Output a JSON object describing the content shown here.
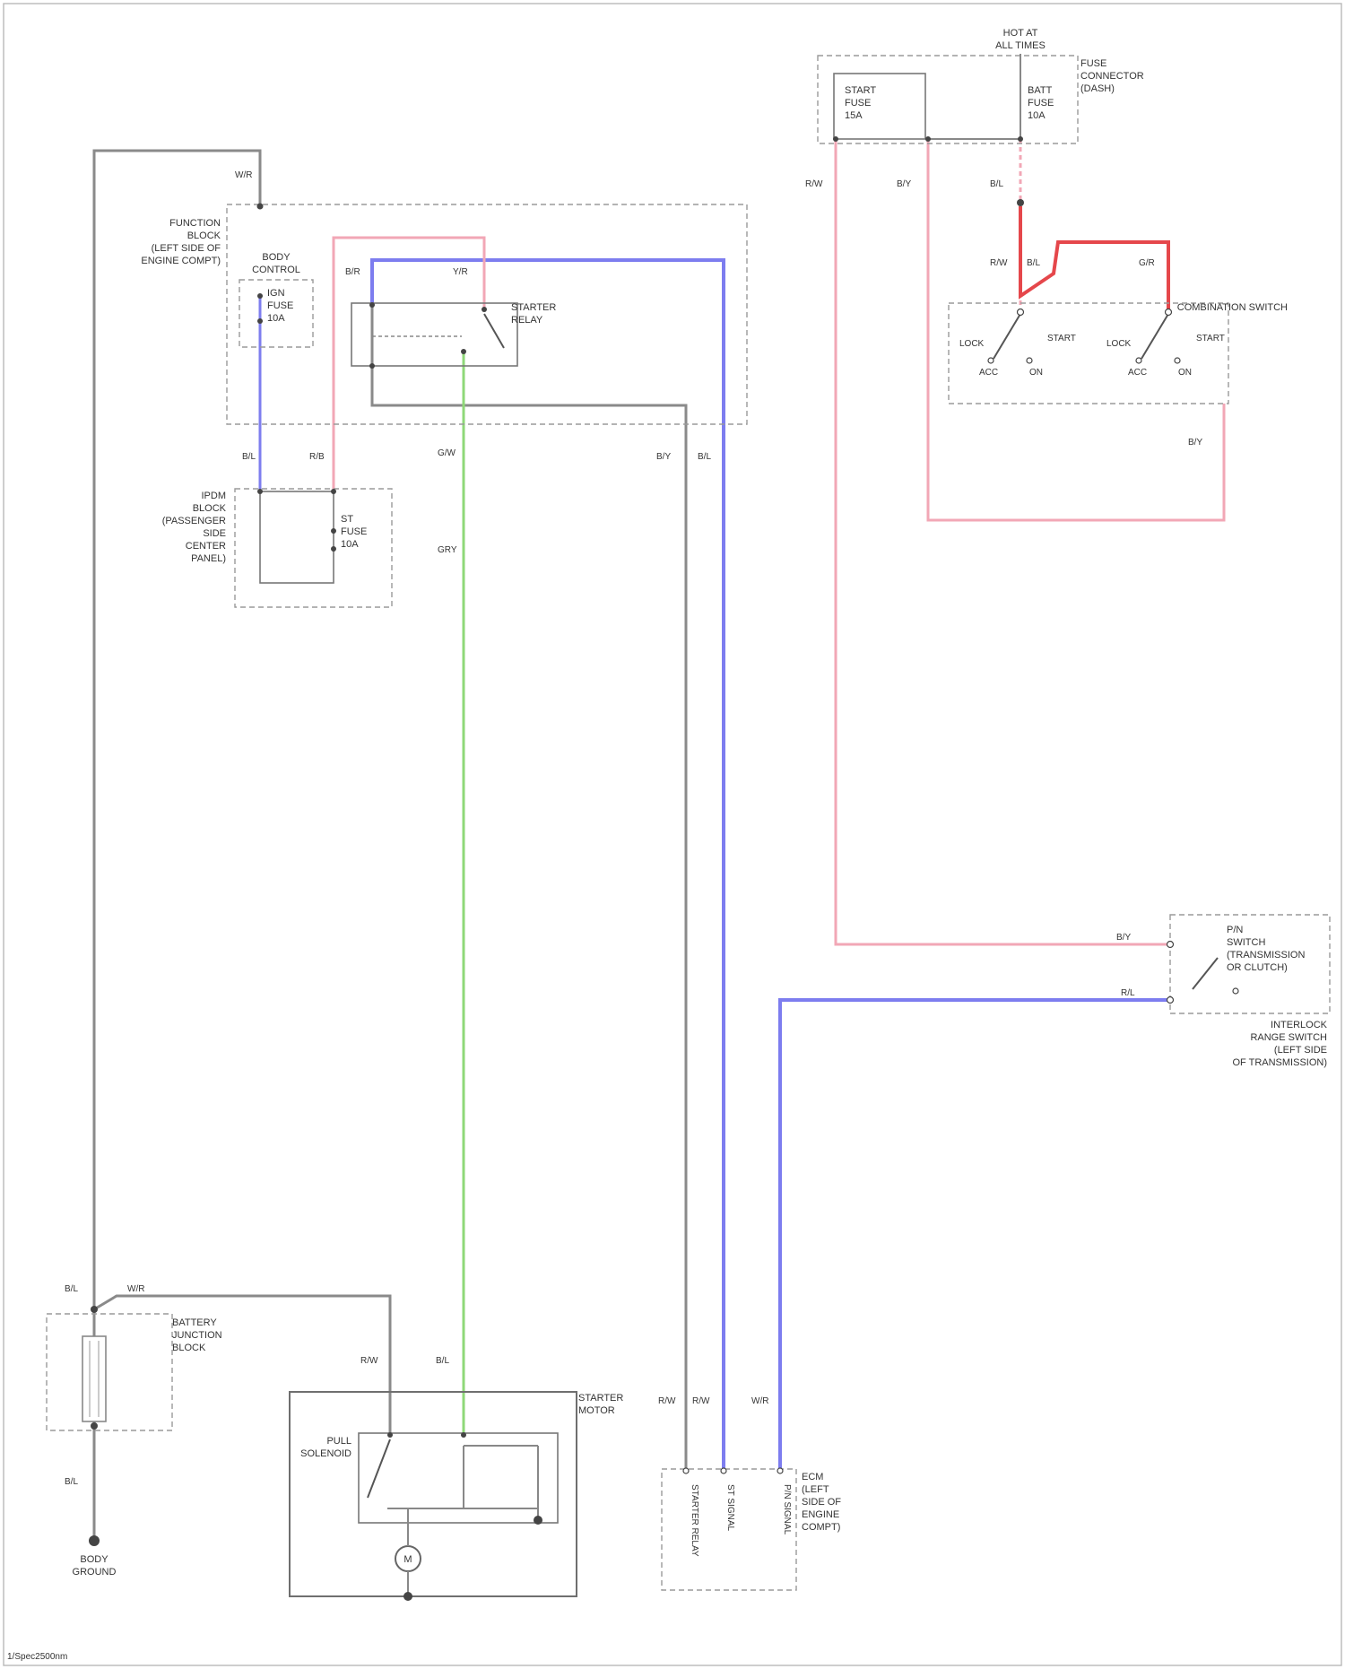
{
  "colors": {
    "gray_wire": "#8a8a8a",
    "blue_wire": "#7d7def",
    "pink_wire": "#f2a7b6",
    "red_wire": "#e5474b",
    "green_wire": "#8fd878"
  },
  "fuse_block": {
    "label_lines": [
      "FUNCTION",
      "BLOCK",
      "(LEFT SIDE OF",
      "ENGINE COMPT)"
    ],
    "relay_label_lines": [
      "BODY",
      "CONTROL"
    ],
    "fuse_lines": [
      "IGN",
      "FUSE",
      "10A"
    ],
    "starter_relay_lines": [
      "STARTER",
      "RELAY"
    ]
  },
  "ipdm": {
    "label_lines": [
      "IPDM",
      "BLOCK",
      "(PASSENGER",
      "SIDE",
      "CENTER",
      "PANEL)"
    ],
    "fuse_lines": [
      "ST",
      "FUSE",
      "10A"
    ]
  },
  "fuse_panel": {
    "top_lines": [
      "HOT AT",
      "ALL TIMES"
    ],
    "label_lines": [
      "FUSE",
      "CONNECTOR",
      "(DASH)"
    ],
    "fuse_a_lines": [
      "START",
      "FUSE",
      "15A"
    ],
    "fuse_b_lines": [
      "BATT",
      "FUSE",
      "10A"
    ]
  },
  "combo_switch": {
    "label": "COMBINATION SWITCH",
    "positions": [
      "LOCK",
      "START",
      "ACC",
      "ON"
    ]
  },
  "clutch_switch": {
    "label_lines": [
      "P/N",
      "SWITCH",
      "(TRANSMISSION",
      "OR CLUTCH)"
    ],
    "below_lines": [
      "INTERLOCK",
      "RANGE SWITCH",
      "(LEFT SIDE",
      "OF TRANSMISSION)"
    ]
  },
  "battery": {
    "label_lines": [
      "BATTERY",
      "JUNCTION",
      "BLOCK"
    ],
    "ground_lines": [
      "BODY",
      "GROUND"
    ]
  },
  "starter": {
    "label_lines": [
      "STARTER",
      "MOTOR"
    ],
    "solenoid_lines": [
      "PULL",
      "SOLENOID"
    ]
  },
  "ecm": {
    "label_lines": [
      "ECM",
      "(LEFT",
      "SIDE OF",
      "ENGINE",
      "COMPT)"
    ],
    "pin_labels": [
      "STARTER RELAY",
      "ST SIGNAL",
      "P/N SIGNAL"
    ]
  },
  "wire_labels": {
    "w1": "W/R",
    "w2": "B/L",
    "w3": "R/B",
    "w4": "B/R",
    "w5": "Y/R",
    "w6": "G/W",
    "w7": "GRY",
    "w8": "B/Y",
    "w9": "B/L",
    "w10": "R/W",
    "w11": "B/Y",
    "w12": "B/L",
    "w13": "R/W",
    "w14": "B/L",
    "w15": "G/R",
    "w16": "B/Y",
    "w17": "B/Y",
    "w18": "R/L",
    "w19": "B/L",
    "w20": "W/R",
    "w21": "B/L",
    "w22": "R/W",
    "w23": "B/L",
    "w24": "R/W",
    "w25": "R/W",
    "w26": "W/R"
  },
  "footer": "1/Spec2500nm"
}
